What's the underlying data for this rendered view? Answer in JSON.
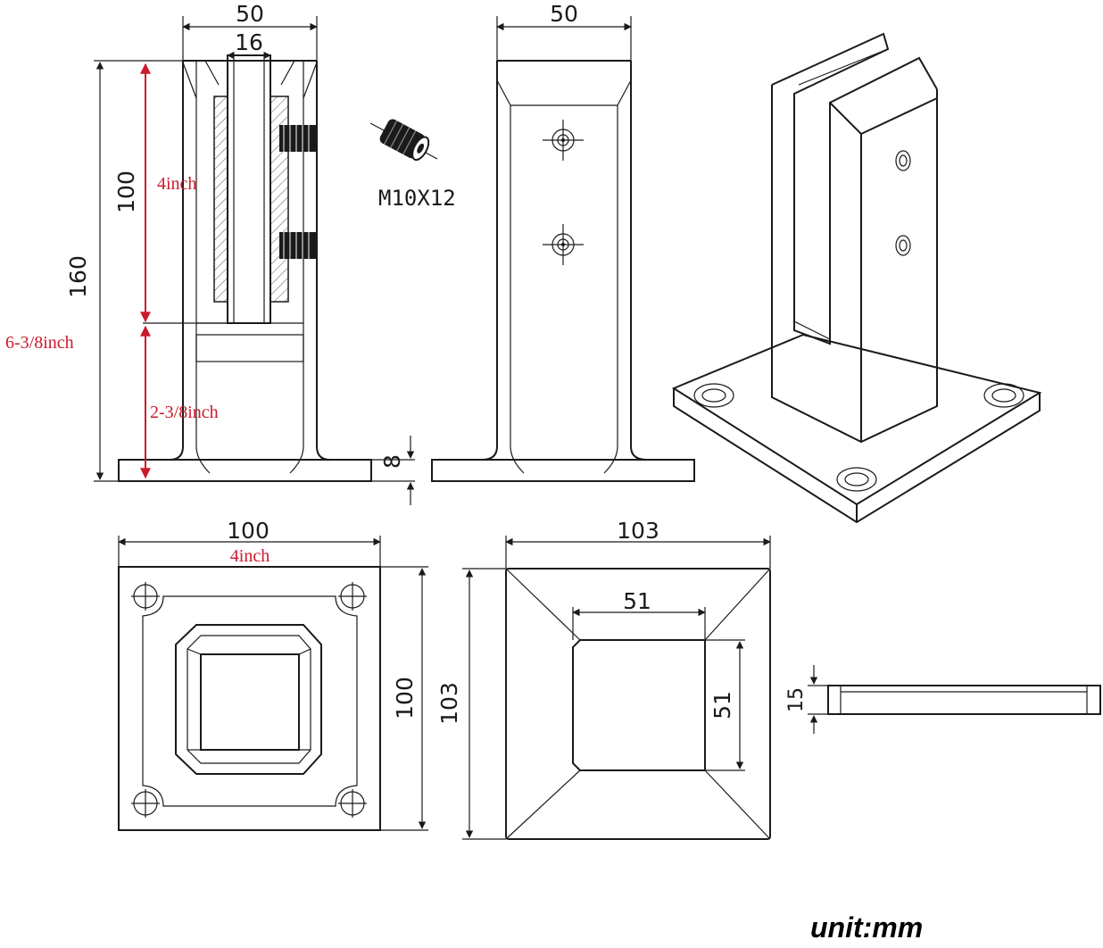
{
  "front_view": {
    "width_top": "50",
    "slot_width": "16",
    "height_total": "160",
    "height_total_inch": "6-3/8inch",
    "glass_height": "100",
    "glass_height_inch": "4inch",
    "base_height_inch": "2-3/8inch",
    "plate_thickness": "8"
  },
  "side_view": {
    "width_top": "50"
  },
  "screw": {
    "label": "M10X12"
  },
  "base_plate": {
    "width": "100",
    "width_inch": "4inch",
    "height": "100"
  },
  "cover_plate": {
    "width": "103",
    "height": "103",
    "inner_width": "51",
    "inner_height": "51"
  },
  "cover_side": {
    "thickness": "15"
  },
  "unit_label": "unit:mm",
  "colors": {
    "line": "#1a1a1a",
    "annotation_red": "#cc1a2c",
    "background": "#ffffff"
  }
}
